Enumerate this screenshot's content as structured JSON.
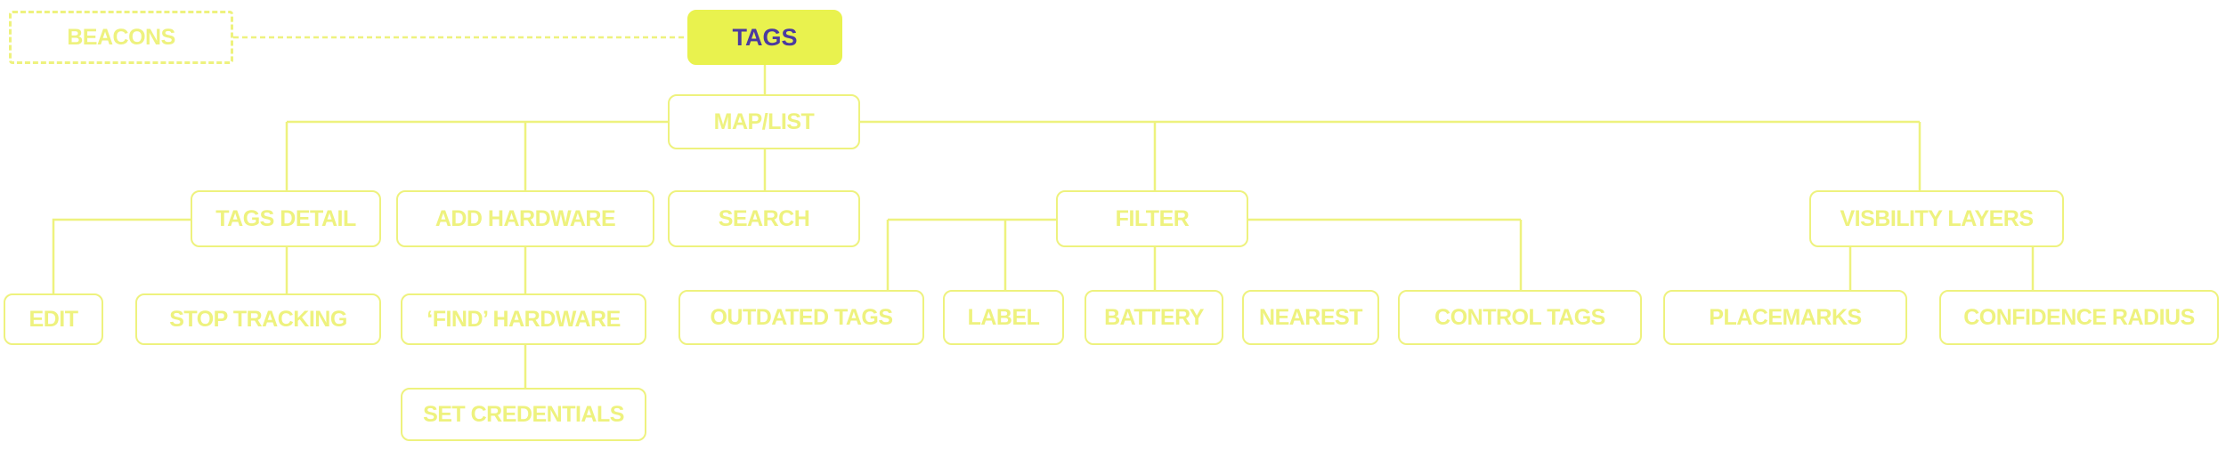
{
  "colors": {
    "line": "#eef27e",
    "root_fill": "#e9f24e",
    "root_text": "#4b3aa0"
  },
  "nodes": {
    "beacons": "BEACONS",
    "tags": "TAGS",
    "map_list": "MAP/LIST",
    "tags_detail": "TAGS DETAIL",
    "add_hardware": "ADD HARDWARE",
    "search": "SEARCH",
    "filter": "FILTER",
    "visibility_layers": "VISBILITY LAYERS",
    "edit": "EDIT",
    "stop_tracking": "STOP TRACKING",
    "find_hardware": "‘FIND’ HARDWARE",
    "set_credentials": "SET CREDENTIALS",
    "outdated_tags": "OUTDATED TAGS",
    "label": "LABEL",
    "battery": "BATTERY",
    "nearest": "NEAREST",
    "control_tags": "CONTROL TAGS",
    "placemarks": "PLACEMARKS",
    "confidence_radius": "CONFIDENCE RADIUS"
  }
}
